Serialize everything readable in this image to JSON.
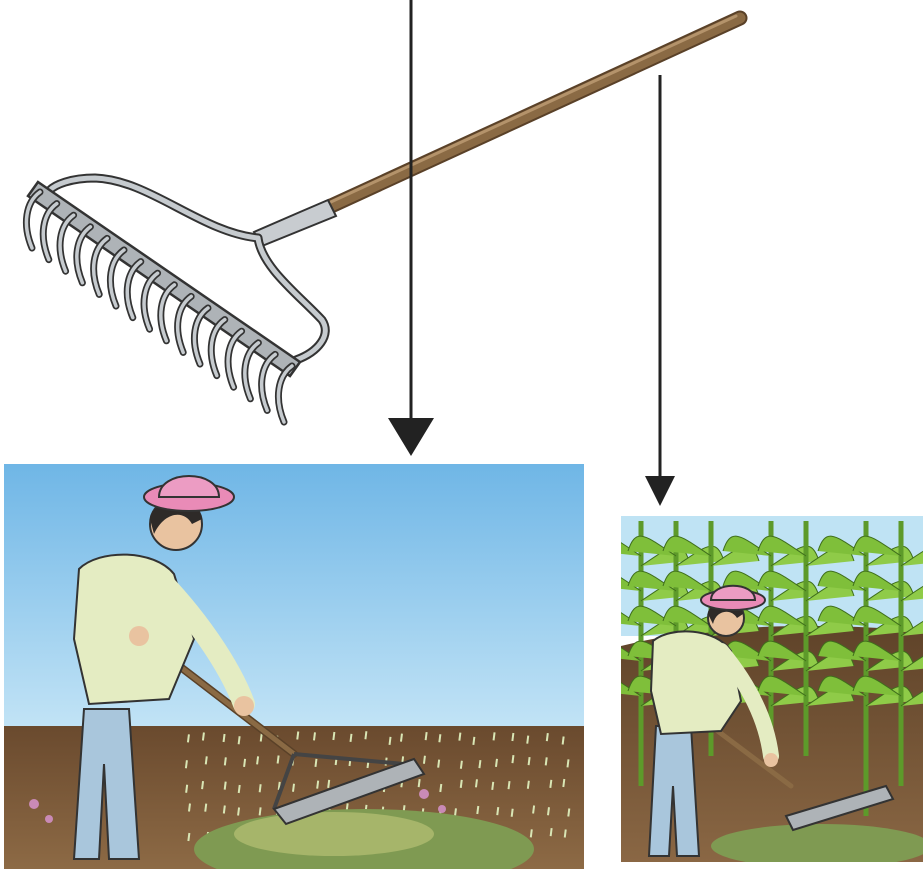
{
  "illustration": {
    "tool": {
      "name": "rake",
      "handle_color": "#8a6a44",
      "metal_color": "#b7bcc0"
    },
    "arrows": {
      "color": "#222222",
      "count": 2
    },
    "panels": [
      {
        "scene": "open-field-raking",
        "sky_color": "#8cc6ec",
        "soil_color": "#7a5636"
      },
      {
        "scene": "corn-field-raking",
        "sky_color": "#bfe3f4",
        "soil_color": "#6e4d31",
        "plant_color": "#7fbf3a"
      }
    ],
    "figure": {
      "hat_color": "#e98bb7",
      "shirt_color": "#e4ecc2",
      "jeans_color": "#a9c6dc"
    }
  }
}
